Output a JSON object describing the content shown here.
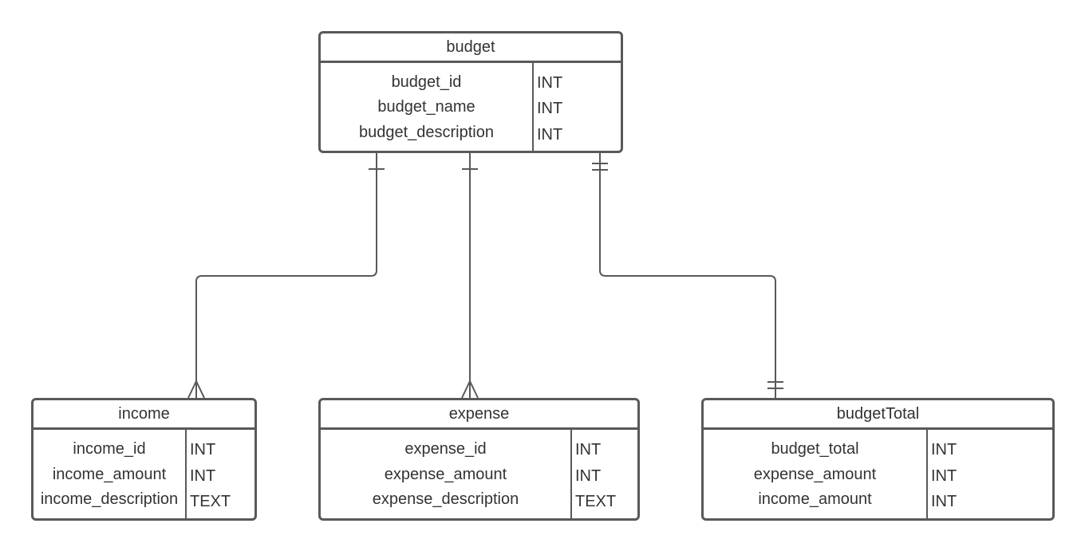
{
  "diagram": {
    "entities": {
      "budget": {
        "name": "budget",
        "fields": [
          {
            "name": "budget_id",
            "type": "INT"
          },
          {
            "name": "budget_name",
            "type": "INT"
          },
          {
            "name": "budget_description",
            "type": "INT"
          }
        ]
      },
      "income": {
        "name": "income",
        "fields": [
          {
            "name": "income_id",
            "type": "INT"
          },
          {
            "name": "income_amount",
            "type": "INT"
          },
          {
            "name": "income_description",
            "type": "TEXT"
          }
        ]
      },
      "expense": {
        "name": "expense",
        "fields": [
          {
            "name": "expense_id",
            "type": "INT"
          },
          {
            "name": "expense_amount",
            "type": "INT"
          },
          {
            "name": "expense_description",
            "type": "TEXT"
          }
        ]
      },
      "budgetTotal": {
        "name": "budgetTotal",
        "fields": [
          {
            "name": "budget_total",
            "type": "INT"
          },
          {
            "name": "expense_amount",
            "type": "INT"
          },
          {
            "name": "income_amount",
            "type": "INT"
          }
        ]
      }
    },
    "relationships": [
      {
        "from": "budget",
        "to": "income",
        "from_cardinality": "one",
        "to_cardinality": "many"
      },
      {
        "from": "budget",
        "to": "expense",
        "from_cardinality": "one",
        "to_cardinality": "many"
      },
      {
        "from": "budget",
        "to": "budgetTotal",
        "from_cardinality": "one-and-only-one",
        "to_cardinality": "one-and-only-one"
      }
    ],
    "colors": {
      "line": "#595959",
      "text": "#333333",
      "background": "#ffffff"
    }
  }
}
